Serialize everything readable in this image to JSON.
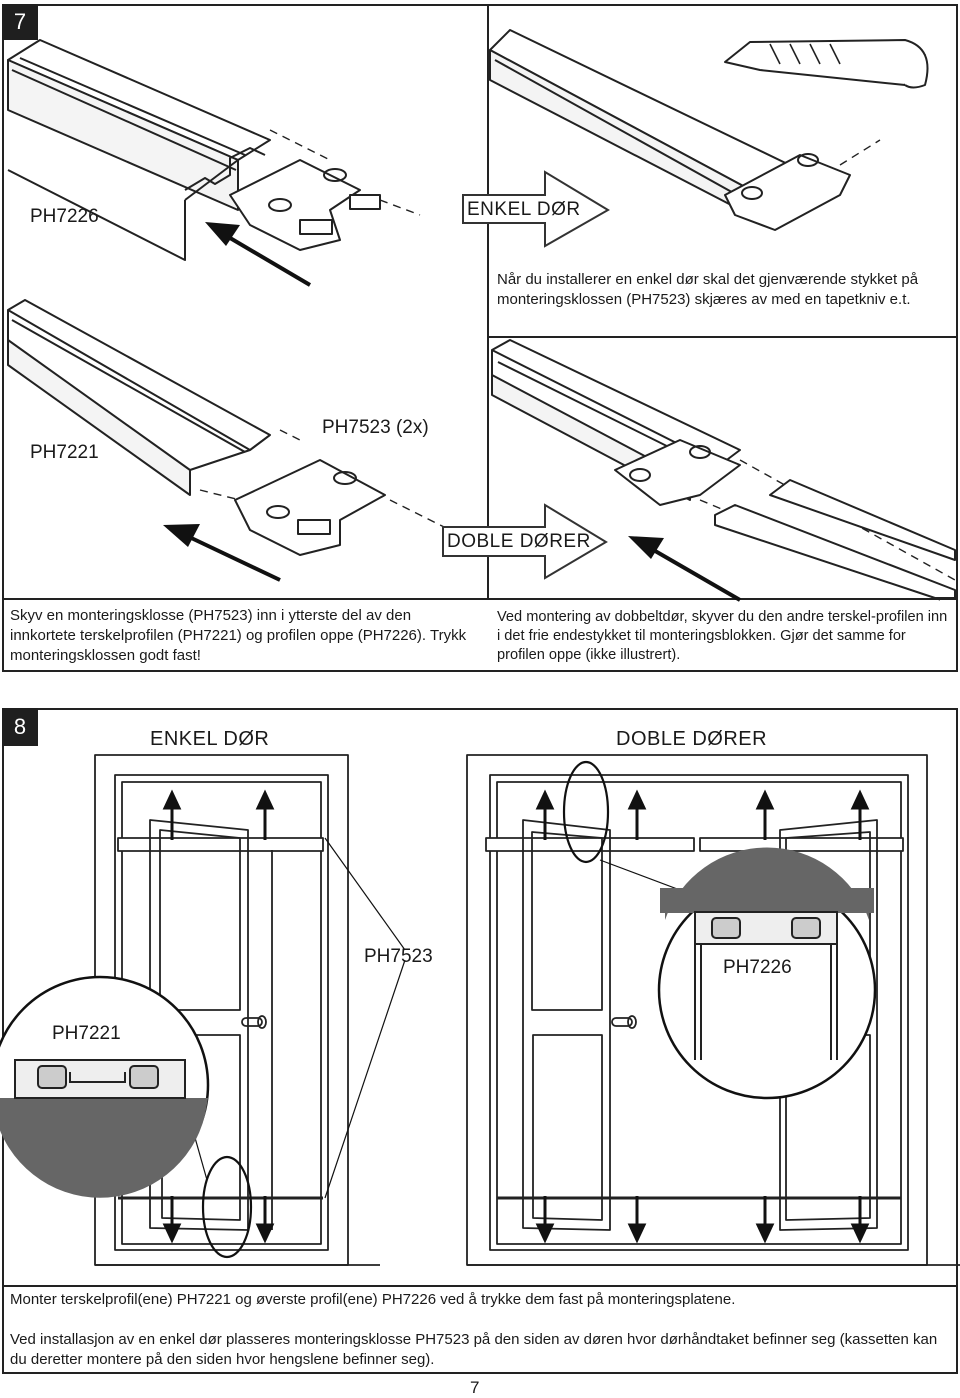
{
  "section7": {
    "step": "7",
    "panel_a": {
      "label_profile": "PH7226"
    },
    "panel_b": {
      "arrow_label": "ENKEL DØR",
      "caption": "Når du installerer en enkel dør skal det gjenværende stykket på monteringsklossen (PH7523) skjæres av med en tapetkniv e.t."
    },
    "panel_c": {
      "label_profile": "PH7221",
      "label_block": "PH7523 (2x)",
      "caption": "Skyv en monteringsklosse (PH7523) inn i ytterste del av den innkortete terskelprofilen (PH7221) og profilen oppe (PH7226). Trykk monteringsklossen godt fast!"
    },
    "panel_d": {
      "arrow_label": "DOBLE DØRER",
      "caption": "Ved montering av dobbeltdør, skyver du den andre terskel-profilen inn i det frie endestykket til monteringsblokken. Gjør det samme for profilen oppe (ikke illustrert)."
    }
  },
  "section8": {
    "step": "8",
    "title_single": "ENKEL DØR",
    "title_double": "DOBLE DØRER",
    "label_block": "PH7523",
    "label_top_profile": "PH7226",
    "label_bottom_profile": "PH7221",
    "caption_line1": "Monter terskelprofil(ene) PH7221 og øverste profil(ene) PH7226 ved å trykke dem fast på monteringsplatene.",
    "caption_line2": "Ved installasjon av en enkel dør plasseres monteringsklosse PH7523 på den siden av døren hvor dørhåndtaket befinner seg (kassetten kan du deretter montere på den siden hvor hengslene befinner seg)."
  },
  "page_number": "7"
}
